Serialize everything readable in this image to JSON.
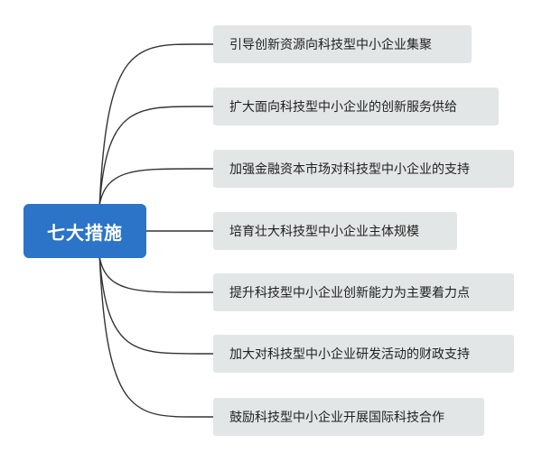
{
  "colors": {
    "root_fill": "#2b74c7",
    "branch_fill": "#e2e6e6",
    "branch_text": "#222222",
    "connector": "#333333"
  },
  "root": {
    "label": "七大措施"
  },
  "branches": [
    {
      "label": "引导创新资源向科技型中小企业集聚"
    },
    {
      "label": "扩大面向科技型中小企业的创新服务供给"
    },
    {
      "label": "加强金融资本市场对科技型中小企业的支持"
    },
    {
      "label": "培育壮大科技型中小企业主体规模"
    },
    {
      "label": "提升科技型中小企业创新能力为主要着力点"
    },
    {
      "label": "加大对科技型中小企业研发活动的财政支持"
    },
    {
      "label": "鼓励科技型中小企业开展国际科技合作"
    }
  ]
}
